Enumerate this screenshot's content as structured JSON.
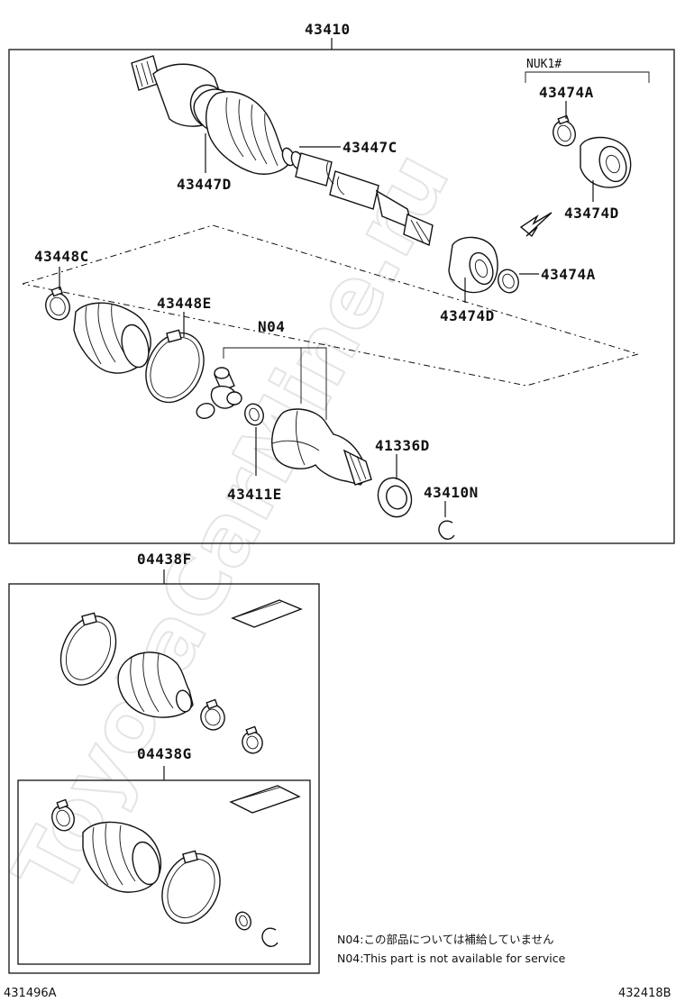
{
  "watermark": "ToyotaCarMine.ru",
  "labels": {
    "assembly": "43410",
    "outer_boot_clamp": "43447C",
    "outer_boot": "43447D",
    "nuk_group": "NUK1#",
    "damper_clamp_top": "43474A",
    "damper_top": "43474D",
    "damper_clamp_mid": "43474A",
    "damper_mid": "43474D",
    "inner_boot_clamp_small": "43448C",
    "inner_boot_clamp_large": "43448E",
    "tripod_group": "N04",
    "snap_ring": "43411E",
    "dust_deflector": "41336D",
    "hole_snap_ring": "43410N",
    "outer_boot_kit": "04438F",
    "inner_boot_kit": "04438G"
  },
  "notes": {
    "jp": "N04:この部品については補給していません",
    "en": "N04:This part is not available for service"
  },
  "footer": {
    "left_code": "431496A",
    "right_code": "432418B"
  }
}
